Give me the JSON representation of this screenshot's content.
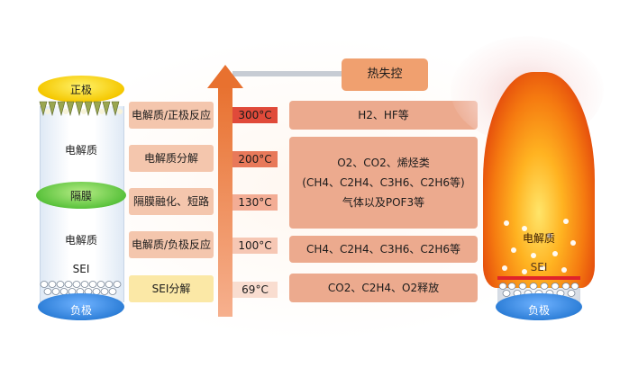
{
  "battery_left": {
    "positive": "正极",
    "electrolyte_top": "电解质",
    "separator": "隔膜",
    "electrolyte_bottom": "电解质",
    "sei": "SEI",
    "negative": "负极"
  },
  "reactions": [
    {
      "label": "电解质/正极反应",
      "temp": "300°C",
      "products": "H2、HF等"
    },
    {
      "label": "电解质分解",
      "temp": "200°C"
    },
    {
      "label": "隔膜融化、短路",
      "temp": "130°C"
    },
    {
      "label": "电解质/负极反应",
      "temp": "100°C",
      "products": "CH4、C2H4、C3H6、C2H6等"
    },
    {
      "label": "SEI分解",
      "temp": "69°C",
      "products": "CO2、C2H4、O2释放"
    }
  ],
  "gas_block": {
    "line1": "O2、CO2、烯烃类",
    "line2": "(CH4、C2H4、C3H6、C2H6等)",
    "line3": "气体以及POF3等"
  },
  "thermal_runaway": "热失控",
  "battery_right": {
    "electrolyte": "电解质",
    "sei": "SEI",
    "negative": "负极"
  },
  "colors": {
    "temp_high": "#e04a3a",
    "temp_mid": "#e8795a",
    "temp_low": "#f6c7b4",
    "arrow": "#e8712f",
    "positive_cap": "#f5c800",
    "negative_cap": "#2e7fd8",
    "separator": "#5ac23c"
  }
}
